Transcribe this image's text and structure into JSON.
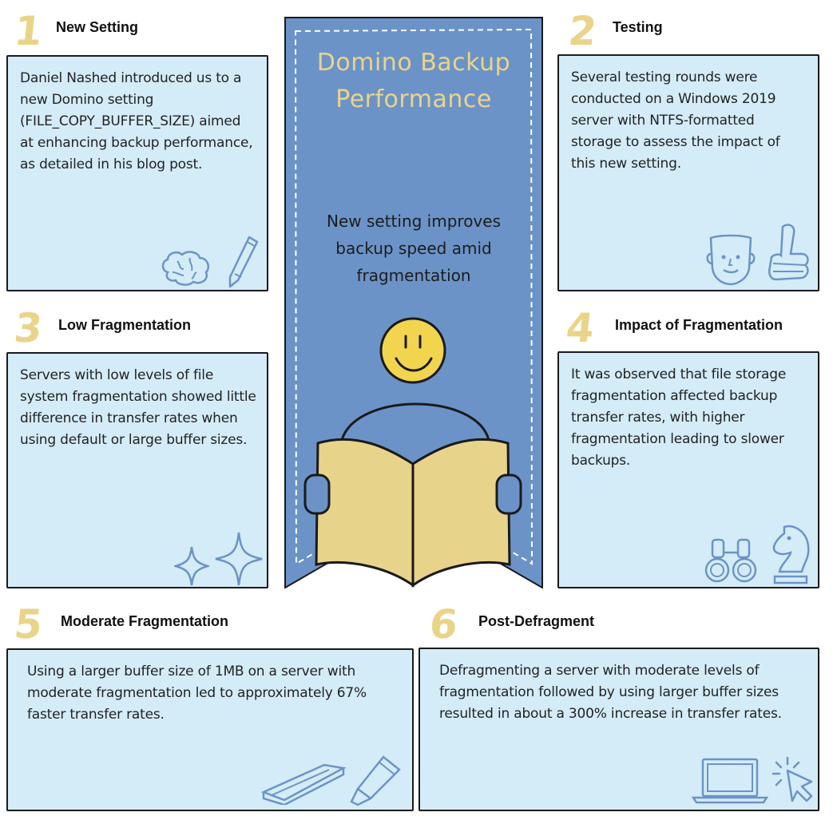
{
  "banner": {
    "title": "Domino Backup Performance",
    "subtitle": "New setting improves backup speed amid fragmentation"
  },
  "sections": [
    {
      "number": "1",
      "heading": "New Setting",
      "text": "Daniel Nashed introduced us to a new Domino setting (FILE_COPY_BUFFER_SIZE) aimed at enhancing backup performance, as detailed in his blog post.",
      "icons": [
        "brain-icon",
        "pen-icon"
      ]
    },
    {
      "number": "2",
      "heading": "Testing",
      "text": "Several testing rounds were conducted on a Windows 2019 server with NTFS-formatted storage to assess the impact of this new setting.",
      "icons": [
        "face-icon",
        "foam-finger-icon"
      ]
    },
    {
      "number": "3",
      "heading": "Low Fragmentation",
      "text": "Servers with low levels of file system fragmentation showed little difference in transfer rates when using default or large buffer sizes.",
      "icons": [
        "sparkle-small-icon",
        "sparkle-large-icon"
      ]
    },
    {
      "number": "4",
      "heading": "Impact of Fragmentation",
      "text": "It was observed that file storage fragmentation affected backup transfer rates, with higher fragmentation leading to slower backups.",
      "icons": [
        "binoculars-icon",
        "chess-knight-icon"
      ]
    },
    {
      "number": "5",
      "heading": "Moderate Fragmentation",
      "text": "Using a larger buffer size of 1MB on a server with moderate fragmentation led to approximately 67% faster transfer rates.",
      "icons": [
        "book-icon",
        "highlighter-icon"
      ]
    },
    {
      "number": "6",
      "heading": "Post-Defragment",
      "text": "Defragmenting a server with moderate levels of fragmentation followed by using larger buffer sizes resulted in about a 300% increase in transfer rates.",
      "icons": [
        "laptop-icon",
        "cursor-click-icon"
      ]
    }
  ],
  "colors": {
    "card_fill": "#d4ecf8",
    "banner_fill": "#6b93c7",
    "accent_yellow": "#ead48a",
    "icon_blue": "#6b93c7"
  }
}
